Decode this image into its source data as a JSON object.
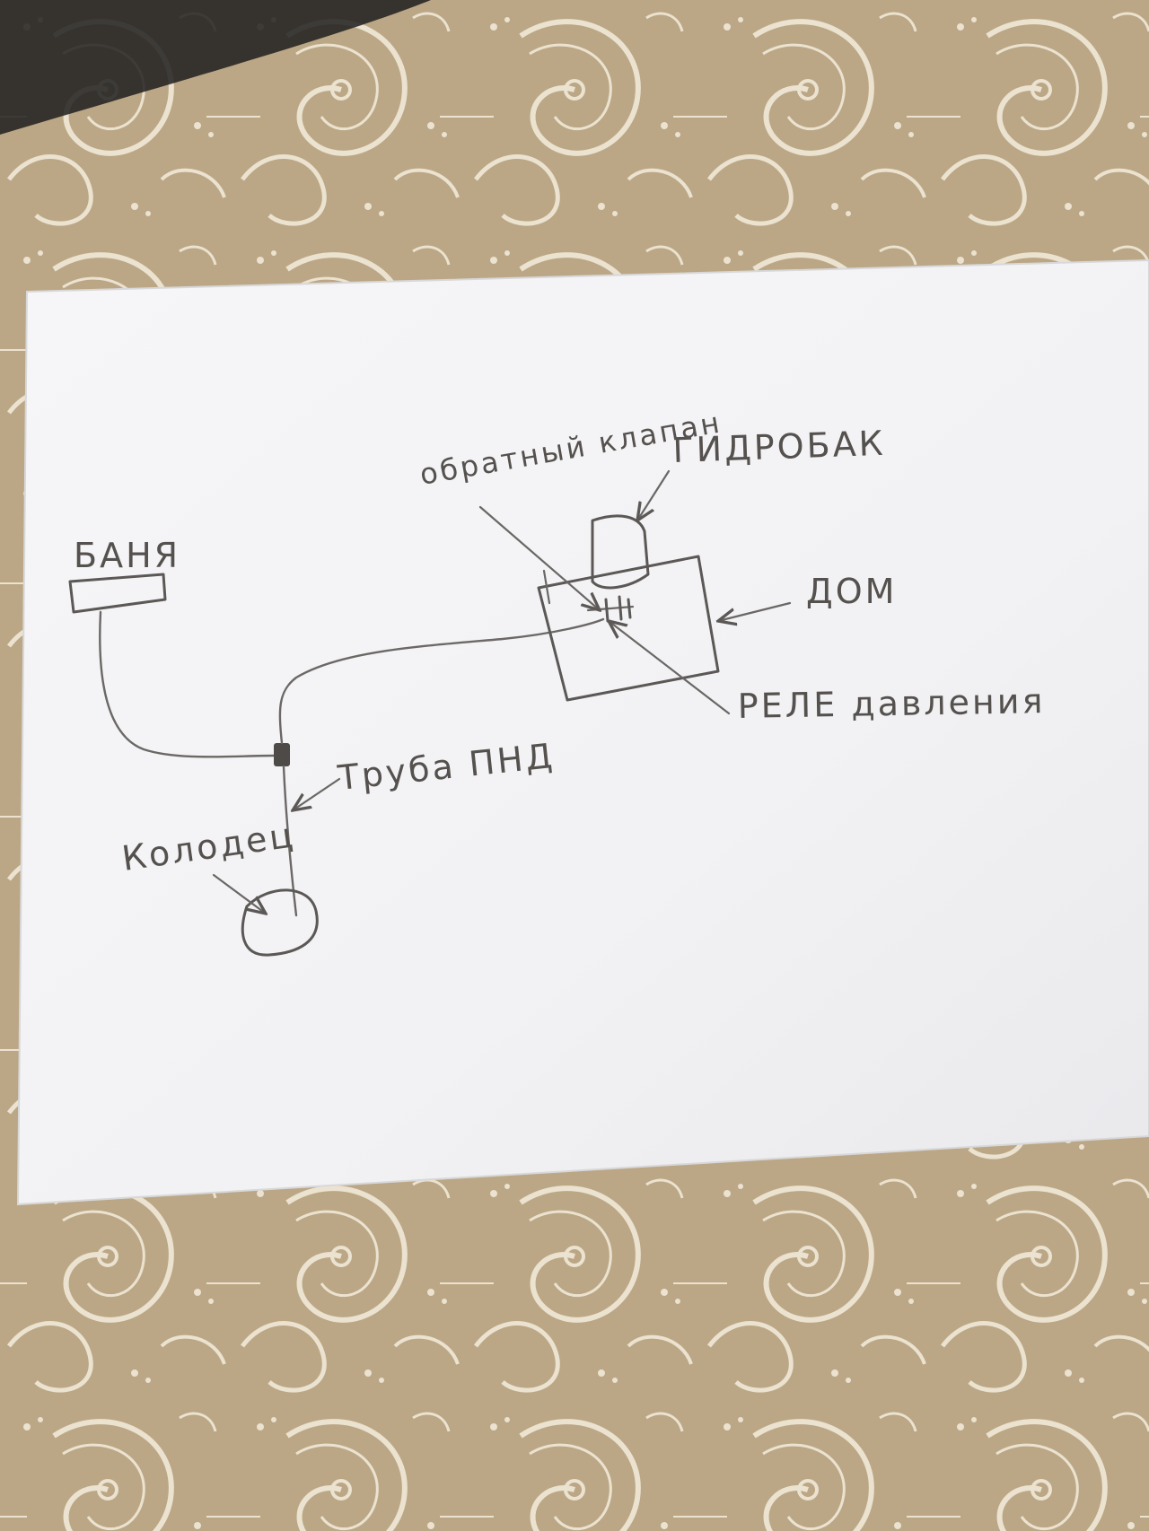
{
  "diagram": {
    "labels": {
      "banya": "БАНЯ",
      "check_valve": "обратный клапан",
      "hydro_tank": "ГИДРОБАК",
      "house": "ДОМ",
      "pressure_relay": "РЕЛЕ давления",
      "pipe": "Труба ПНД",
      "well": "Колодец"
    }
  },
  "colors": {
    "paper": "#f4f4f6",
    "pencil": "#5b5856",
    "tablecloth": "#bdaa8a",
    "tablecloth_pattern": "#e9dfcc"
  }
}
